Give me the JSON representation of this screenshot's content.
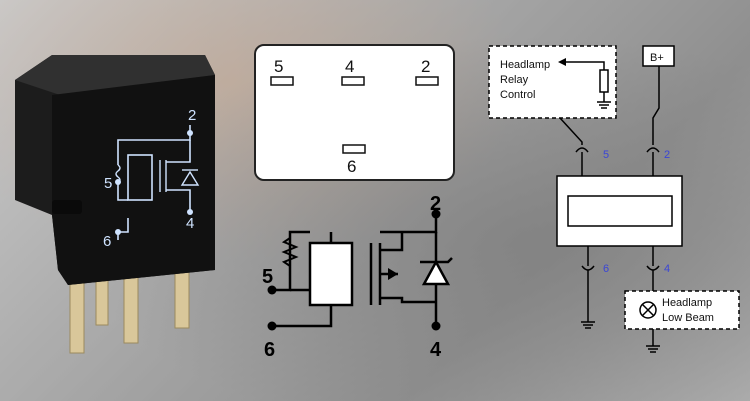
{
  "relay_print": {
    "pins": [
      "2",
      "5",
      "4",
      "6"
    ]
  },
  "pinout": {
    "pins": [
      "5",
      "4",
      "2",
      "6"
    ]
  },
  "schematic": {
    "pins": [
      "2",
      "5",
      "6",
      "4"
    ]
  },
  "wiring": {
    "control_box": {
      "line1": "Headlamp",
      "line2": "Relay",
      "line3": "Control"
    },
    "supply_label": "B+",
    "pins": [
      "5",
      "2",
      "6",
      "4"
    ],
    "lamp_box": {
      "line1": "Headlamp",
      "line2": "Low Beam"
    }
  },
  "colors": {
    "pin_number_blue": "#3a45d6",
    "relay_print": "#cfe3ff"
  }
}
